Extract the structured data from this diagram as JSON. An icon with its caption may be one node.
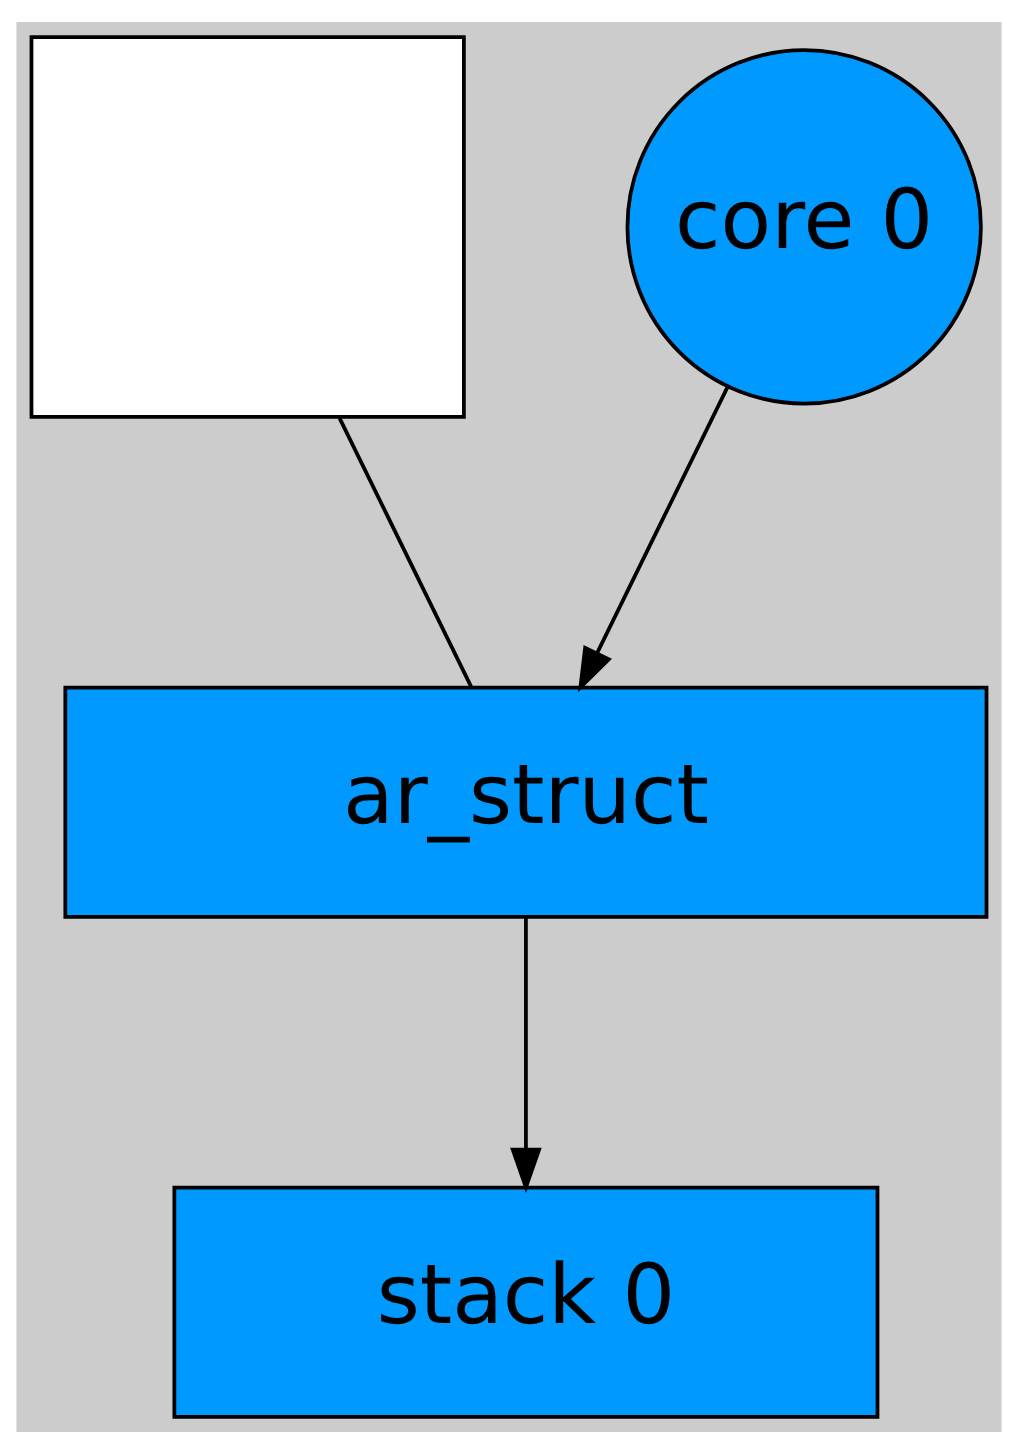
{
  "diagram": {
    "nodes": [
      {
        "text": [],
        "shape": "box"
      },
      {
        "text": [
          "core 0"
        ]
      },
      {
        "text": [
          "ar_struct"
        ]
      },
      {
        "text": [
          "stack 0"
        ]
      }
    ],
    "edges": [
      {
        "from": 0,
        "to": 2,
        "arrow": "none"
      },
      {
        "from": 1,
        "to": 2,
        "arrow": "to"
      },
      {
        "from": 2,
        "to": 3,
        "arrow": "to"
      }
    ]
  }
}
